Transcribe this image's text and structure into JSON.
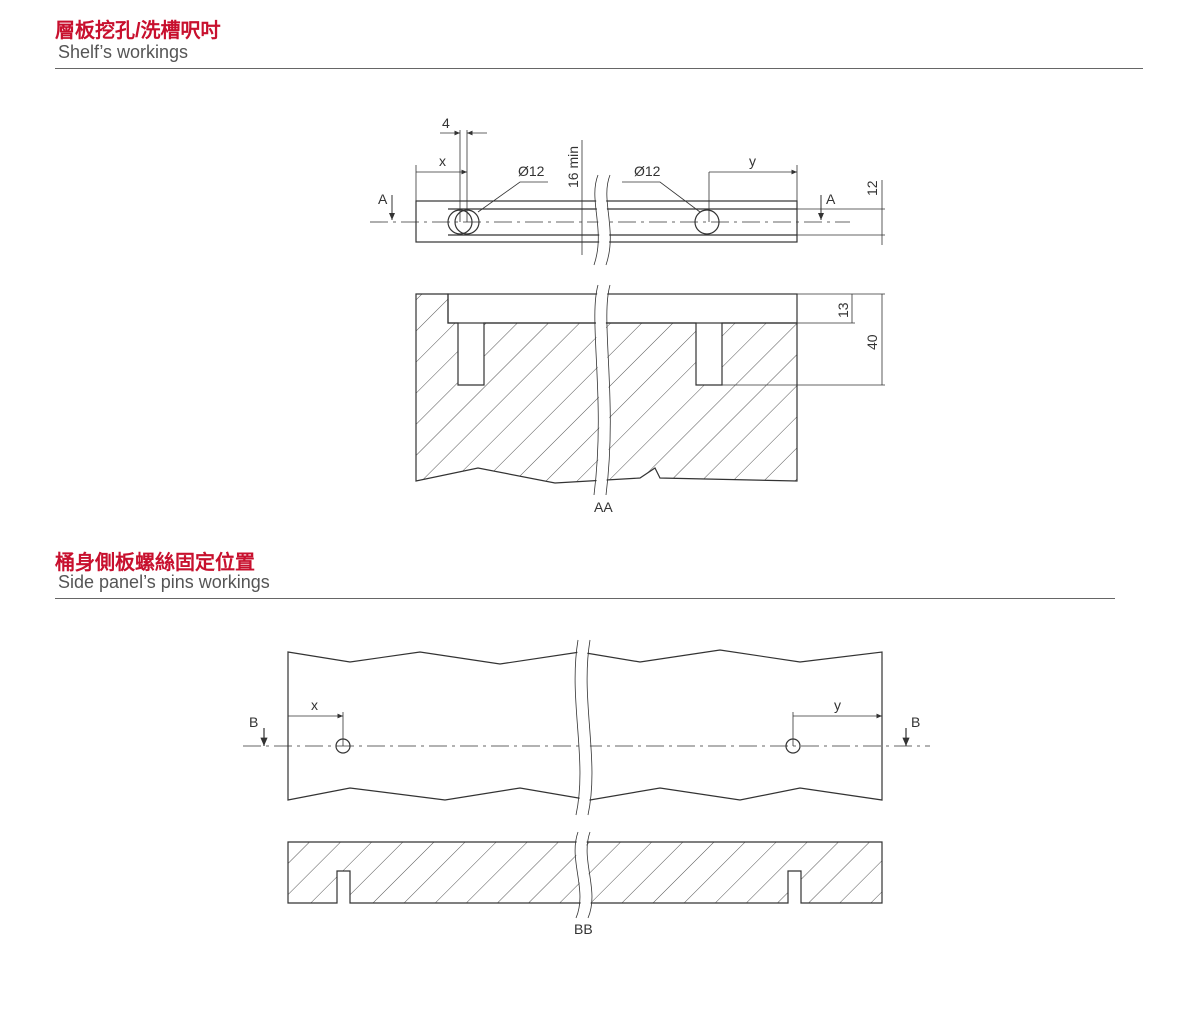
{
  "section1": {
    "title_cn": "層板挖孔/洗槽呎吋",
    "title_en": "Shelf’s workings"
  },
  "section2": {
    "title_cn": "桶身側板螺絲固定位置",
    "title_en": "Side panel’s pins workings"
  },
  "drawing1": {
    "dim_4": "4",
    "dim_x": "x",
    "dim_y": "y",
    "hole_left": "Ø12",
    "hole_right": "Ø12",
    "dim_16min": "16 min",
    "dim_12": "12",
    "section_mark": "A",
    "dim_13": "13",
    "dim_40": "40",
    "section_label": "AA"
  },
  "drawing2": {
    "dim_x": "x",
    "dim_y": "y",
    "section_mark": "B",
    "section_label": "BB"
  }
}
